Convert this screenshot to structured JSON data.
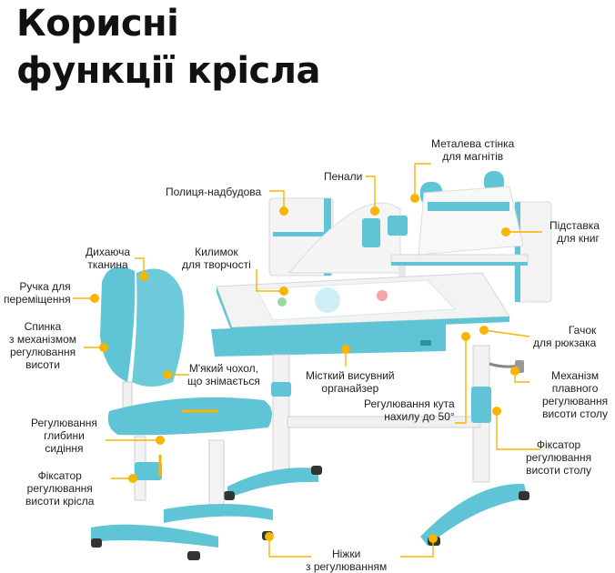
{
  "title": {
    "line1": "Корисні",
    "line2": "функції крісла"
  },
  "colors": {
    "accent": "#5fc4d6",
    "accent_dark": "#3aa9bf",
    "marker": "#f7b500",
    "desk": "#f2f2f2"
  },
  "labels": {
    "metal_wall": [
      "Металева стінка",
      "для магнітів"
    ],
    "pencil_case": [
      "Пенали"
    ],
    "shelf": [
      "Полиця-надбудова"
    ],
    "book_stand": [
      "Підставка",
      "для книг"
    ],
    "breathable": [
      "Дихаюча",
      "тканина"
    ],
    "creative_mat": [
      "Килимок",
      "для творчості"
    ],
    "handle": [
      "Ручка для",
      "переміщення"
    ],
    "backpack_hook": [
      "Гачок",
      "для рюкзака"
    ],
    "backrest": [
      "Спинка",
      "з механізмом",
      "регулювання",
      "висоти"
    ],
    "soft_cover": [
      "М'який чохол,",
      "що знімається"
    ],
    "organizer": [
      "Місткий висувний",
      "органайзер"
    ],
    "smooth_mech": [
      "Механізм",
      "плавного",
      "регулювання",
      "висоти столу"
    ],
    "tilt_adjust": [
      "Регулювання кута",
      "нахилу до 50°"
    ],
    "depth_adjust": [
      "Регулювання",
      "глибини",
      "сидіння"
    ],
    "desk_lock": [
      "Фіксатор",
      "регулювання",
      "висоти столу"
    ],
    "chair_lock": [
      "Фіксатор",
      "регулювання",
      "висоти крісла"
    ],
    "legs": [
      "Ніжки",
      "з регулюванням"
    ]
  }
}
